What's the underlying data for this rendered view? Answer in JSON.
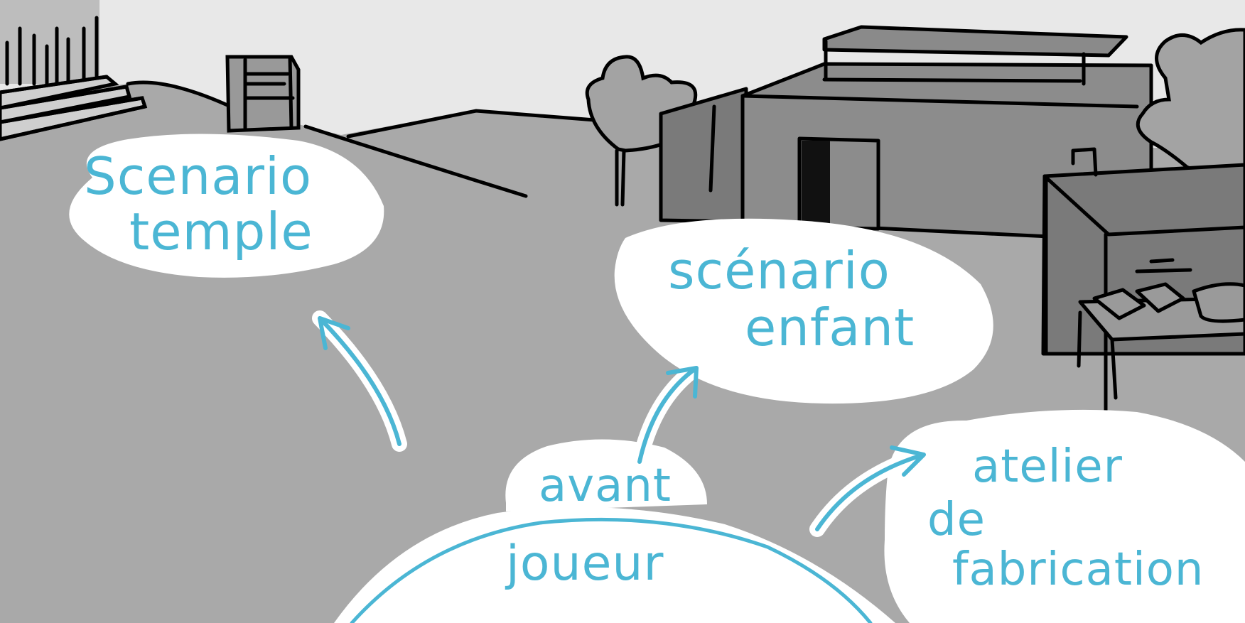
{
  "labels": {
    "scenario_temple": [
      "Scenario",
      "temple"
    ],
    "scenario_enfant": [
      "scénario",
      "enfant"
    ],
    "avant": "avant",
    "joueur": "joueur",
    "atelier": [
      "atelier",
      "de",
      "fabrication"
    ]
  },
  "colors": {
    "sky": "#e8e8e8",
    "ground": "#a9a9a9",
    "building": "#8c8c8c",
    "building_dark": "#7a7a7a",
    "tree": "#a3a3a3",
    "ink": "#000000",
    "bubble": "#ffffff",
    "accent": "#4bb6d4"
  }
}
